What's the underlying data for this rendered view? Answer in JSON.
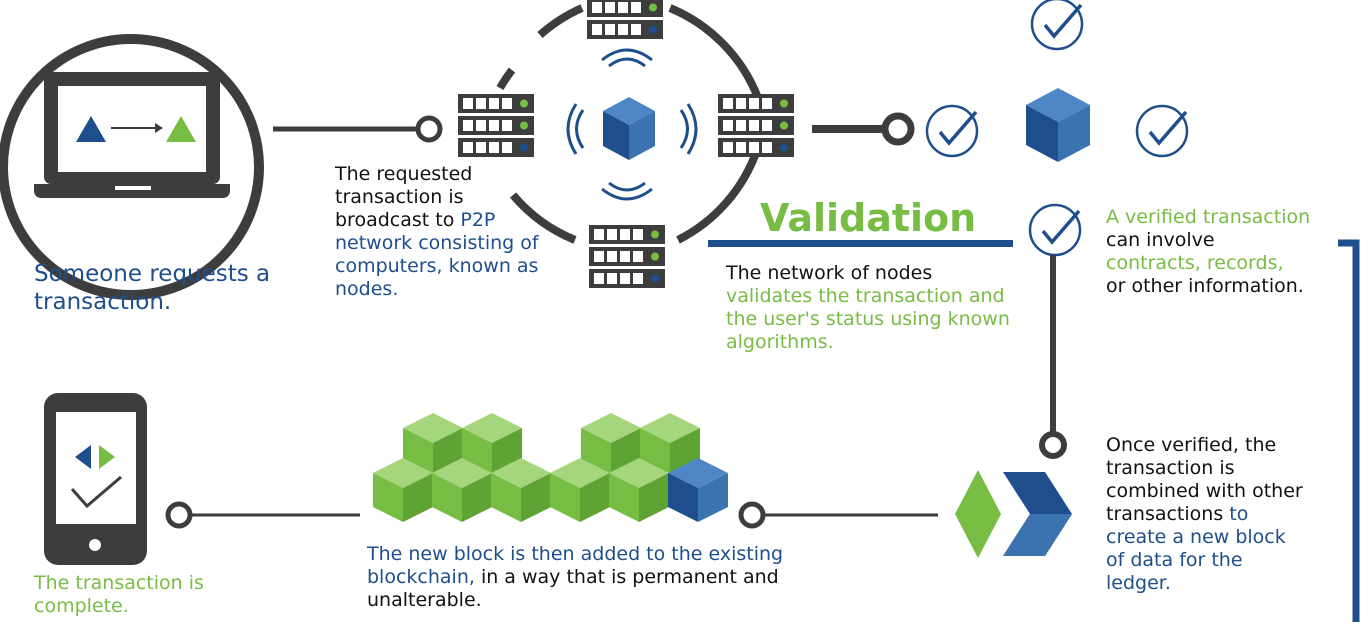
{
  "colors": {
    "navy": "#1f4e8c",
    "green": "#77bc43",
    "dark_gray": "#3d3d3d",
    "steel_blue": "#3b73b0"
  },
  "steps": {
    "request": {
      "caption": "Someone requests a transaction.",
      "icon": "laptop-icon"
    },
    "broadcast": {
      "caption_dark": "The requested transaction is broadcast to ",
      "caption_accent": "P2P network consisting of computers, known as nodes.",
      "icon": "node-network-icon"
    },
    "validation": {
      "title": "Validation",
      "caption_dark": "The network of nodes ",
      "caption_accent": "validates the transaction and the user's status using known algorithms."
    },
    "verified": {
      "line1_accent": "A verified transaction",
      "line2_dark": "can involve",
      "line3_accent": "contracts, records,",
      "line4_dark": "or other information.",
      "icon": "checkmark-icon"
    },
    "combine": {
      "caption_dark": "Once verified, the transaction is combined with other transactions ",
      "caption_accent": "to create a new block of data for the ledger.",
      "icon": "chevron-icon"
    },
    "add_block": {
      "caption_accent": "The new block is then added to the existing blockchain,",
      "caption_dark": " in a way that is permanent and unalterable.",
      "icon": "blockchain-icon"
    },
    "complete": {
      "caption": "The transaction is complete.",
      "icon": "smartphone-icon"
    }
  }
}
